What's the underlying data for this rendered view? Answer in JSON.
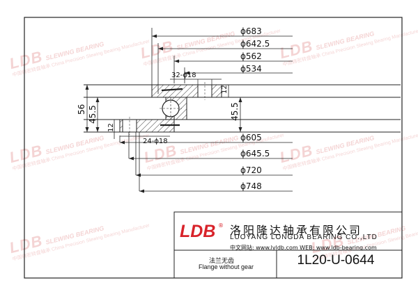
{
  "watermark": {
    "brand": "LDB",
    "tagline": "SLEWING BEARING",
    "company_cn": "中国精密转盘轴承",
    "company_en": "China Precision Slewing Bearing Manufacturer",
    "suffix": "制造商"
  },
  "drawing": {
    "diameters_top": [
      "ϕ683",
      "ϕ642.5",
      "ϕ562",
      "ϕ534"
    ],
    "diameters_bottom": [
      "ϕ605",
      "ϕ645.5",
      "ϕ720",
      "ϕ748"
    ],
    "bolt_top": "32-ϕ18",
    "bolt_bottom": "24-ϕ18",
    "height_total": "56",
    "height_inner": "45.5",
    "height_right": "45.5",
    "flange_top": "12",
    "flange_bottom": "12",
    "line_color": "#222222",
    "hatch_color": "#333333"
  },
  "title_block": {
    "logo": "LDB",
    "logo_mark": "®",
    "company_cn": "洛阳隆达轴承有限公司",
    "company_en": "LUOYANG LONGDA BEARING CO.,LTD",
    "web_line": "中文网站: www.lyldb.com   WEB: www.ldb-bearing.com",
    "desc_cn": "法兰无齿",
    "desc_en": "Flange without gear",
    "model": "1L20-U-0644",
    "logo_color": "#d8232a"
  }
}
